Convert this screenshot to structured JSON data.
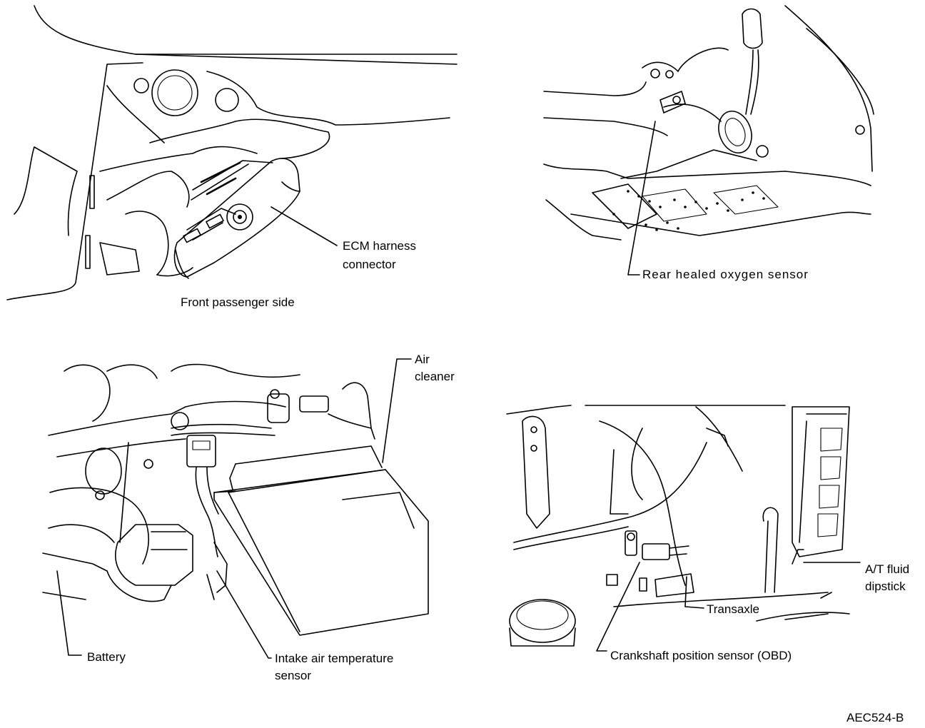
{
  "panels": {
    "top_left": {
      "callout": [
        "ECM harness",
        "connector"
      ],
      "caption": "Front passenger side"
    },
    "top_right": {
      "callout": "Rear healed oxygen sensor"
    },
    "bottom_left": {
      "air_cleaner": [
        "Air",
        "cleaner"
      ],
      "battery": "Battery",
      "intake_sensor": [
        "Intake air temperature",
        "sensor"
      ]
    },
    "bottom_right": {
      "dipstick": [
        "A/T fluid",
        "dipstick"
      ],
      "transaxle": "Transaxle",
      "crankshaft": "Crankshaft position sensor (OBD)"
    }
  },
  "figure_code": "AEC524-B"
}
